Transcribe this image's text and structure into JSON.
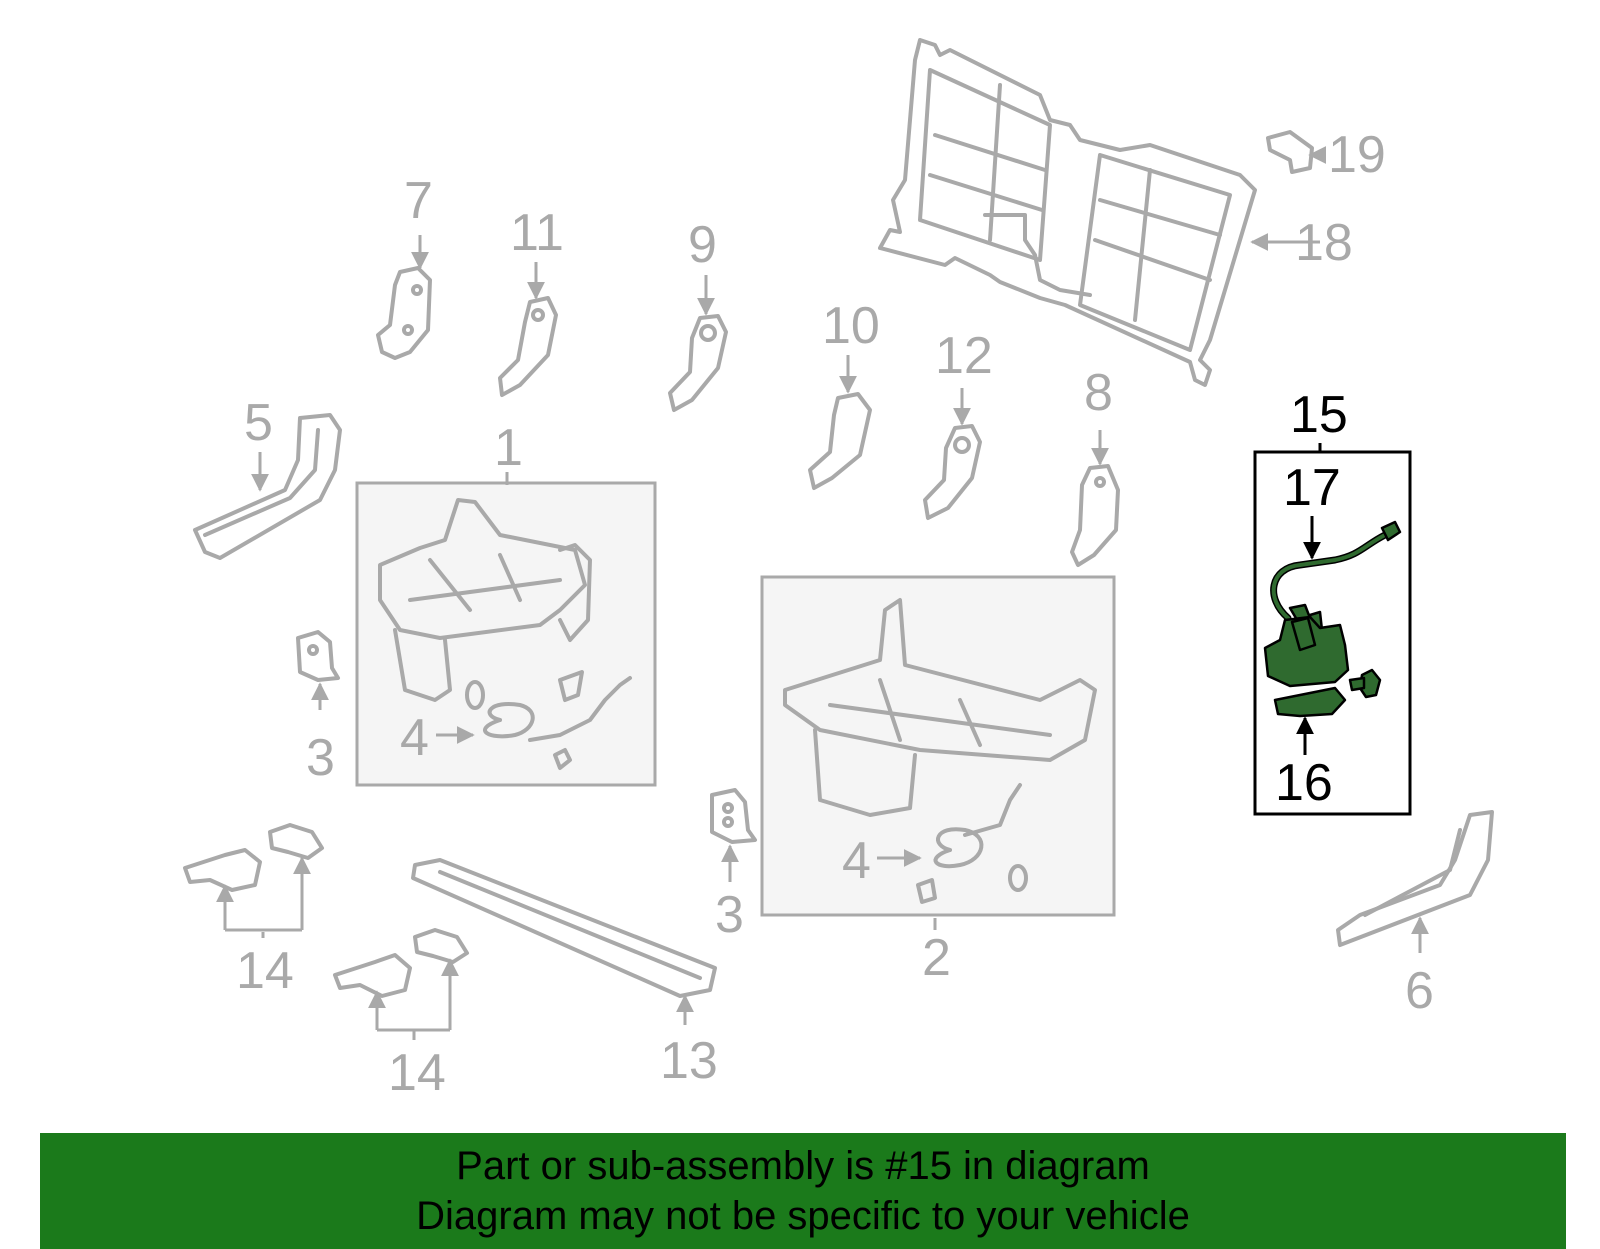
{
  "colors": {
    "line_art": "#a9a9a9",
    "highlight_fill": "#2f6a2f",
    "banner_bg": "#1b7a1b",
    "text": "#000000"
  },
  "callouts": {
    "c1": "1",
    "c2": "2",
    "c3a": "3",
    "c3b": "3",
    "c4a": "4",
    "c4b": "4",
    "c5": "5",
    "c6": "6",
    "c7": "7",
    "c8": "8",
    "c9": "9",
    "c10": "10",
    "c11": "11",
    "c12": "12",
    "c13": "13",
    "c14a": "14",
    "c14b": "14",
    "c15": "15",
    "c16": "16",
    "c17": "17",
    "c18": "18",
    "c19": "19"
  },
  "banner": {
    "line1": "Part or sub-assembly is #15 in diagram",
    "line2": "Diagram may not be specific to your vehicle"
  }
}
